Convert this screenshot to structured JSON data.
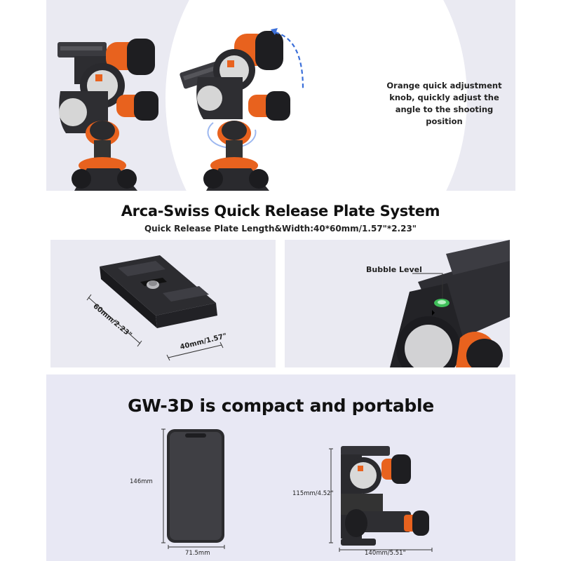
{
  "top": {
    "knob_caption": "Orange quick adjustment knob, quickly adjust the angle to the shooting position"
  },
  "plate_section": {
    "title": "Arca-Swiss Quick Release Plate System",
    "subtitle": "Quick Release Plate Length&Width:40*60mm/1.57\"*2.23\"",
    "length_label": "60mm/2.23\"",
    "width_label": "40mm/1.57\"",
    "bubble_label": "Bubble Level"
  },
  "compact_section": {
    "title": "GW-3D is compact and portable",
    "phone_height": "146mm",
    "phone_width": "71.5mm",
    "head_height": "115mm/4.52\"",
    "head_width": "140mm/5.51\""
  },
  "colors": {
    "accent_orange": "#e8621e",
    "panel_bg": "#eaeaf2",
    "body_dark": "#2a2a2e",
    "arrow_blue": "#3b6fd9"
  }
}
